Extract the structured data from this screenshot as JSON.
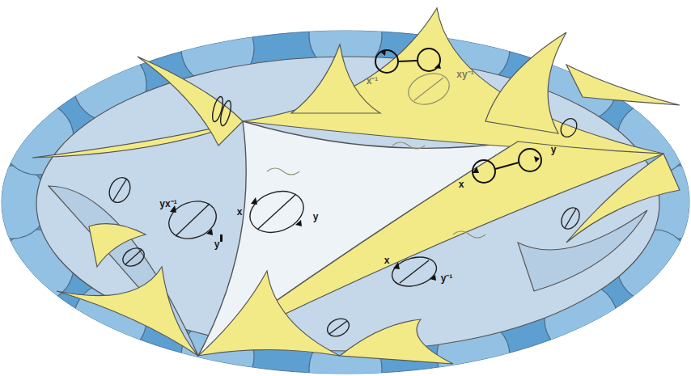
{
  "diagram": {
    "labels": [
      "x⁻¹",
      "xy⁻¹",
      "x",
      "y",
      "yx⁻¹",
      "x",
      "y",
      "y",
      "x",
      "y⁻¹"
    ]
  }
}
